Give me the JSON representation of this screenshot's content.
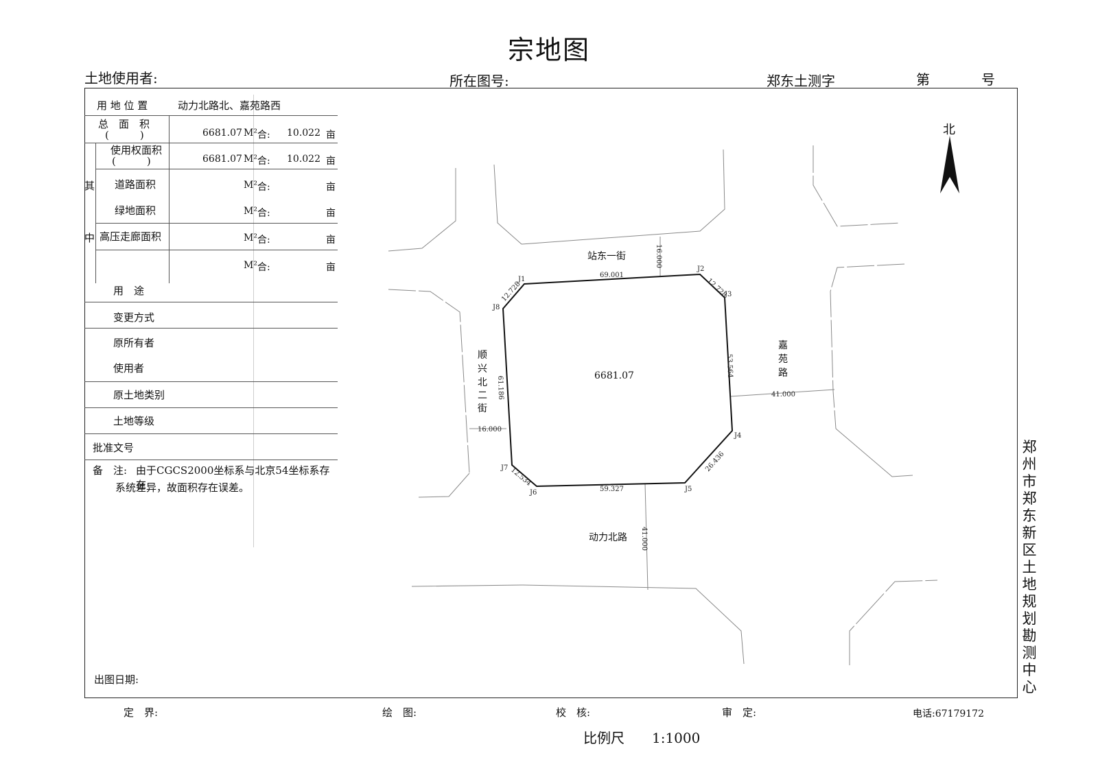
{
  "title": "宗地图",
  "header": {
    "land_user_label": "土地使用者:",
    "map_sheet_label": "所在图号:",
    "survey_label": "郑东土测字",
    "no_prefix": "第",
    "no_suffix": "号"
  },
  "table": {
    "location_label": "用 地 位 置",
    "location_value": "动力北路北、嘉苑路西",
    "total_area_label": "总　面　积",
    "paren": "(　　　)",
    "total_area_value": "6681.07",
    "unit_m2": "M²",
    "he": "合:",
    "total_mu_value": "10.022",
    "mu": "亩",
    "use_right_label": "使用权面积",
    "use_right_value": "6681.07",
    "use_right_mu": "10.022",
    "qi": "其",
    "zhong": "中",
    "road_area_label": "道路面积",
    "green_area_label": "绿地面积",
    "hv_corridor_label": "高压走廊面积",
    "purpose_label": "用　途",
    "change_label": "变更方式",
    "orig_owner_label": "原所有者",
    "user_label": "使用者",
    "orig_land_type_label": "原土地类别",
    "land_grade_label": "土地等级",
    "approval_label": "批准文号",
    "remark_label": "备　注:",
    "remark_line1": "由于CGCS2000坐标系与北京54坐标系存在",
    "remark_line2": "系统差异，故面积存在误差。",
    "date_label": "出图日期:"
  },
  "map": {
    "north": "北",
    "parcel_area": "6681.07",
    "roads": {
      "north_1": "站",
      "north_2": "东一街",
      "east_1": "嘉",
      "east_2": "苑",
      "east_3": "路",
      "west_1": "顺",
      "west_2": "兴",
      "west_3": "北",
      "west_4": "二",
      "west_5": "街",
      "south": "动力北路"
    },
    "points": {
      "j1": "J1",
      "j2": "J2",
      "j3": "J3",
      "j4": "J4",
      "j5": "J5",
      "j6": "J6",
      "j7": "J7",
      "j8": "J8"
    },
    "edges": {
      "e12": "69.001",
      "e23": "12.728",
      "e34": "53.564",
      "e45": "26.436",
      "e56": "59.327",
      "e67": "12.534",
      "e78": "61.186",
      "e81": "12.728"
    },
    "road_widths": {
      "north": "16.000",
      "east": "41.000",
      "west": "16.000",
      "south": "41.000"
    }
  },
  "side_text": [
    "郑",
    "州",
    "市",
    "郑",
    "东",
    "新",
    "区",
    "土",
    "地",
    "规",
    "划",
    "勘",
    "测",
    "中",
    "心"
  ],
  "footer": {
    "boundary": "定　界:",
    "draw": "绘　图:",
    "check": "校　核:",
    "approve": "审　定:",
    "phone": "电话:67179172",
    "scale": "比例尺　　1:1000"
  }
}
